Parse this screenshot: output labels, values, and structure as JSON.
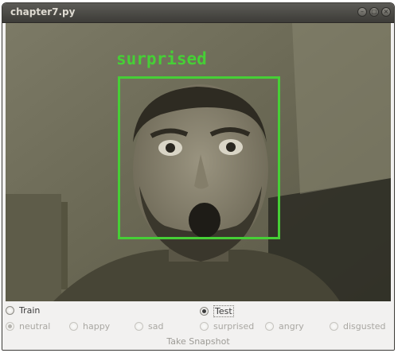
{
  "window": {
    "title": "chapter7.py",
    "controls": {
      "minimize": "–",
      "maximize": "□",
      "close": "×"
    }
  },
  "video": {
    "detected_emotion": "surprised",
    "accent_color": "#46cf36"
  },
  "mode": {
    "train_label": "Train",
    "test_label": "Test",
    "selected": "Test"
  },
  "emotions": {
    "options": [
      "neutral",
      "happy",
      "sad",
      "surprised",
      "angry",
      "disgusted"
    ],
    "selected": "neutral",
    "enabled": false
  },
  "snapshot_label": "Take Snapshot"
}
